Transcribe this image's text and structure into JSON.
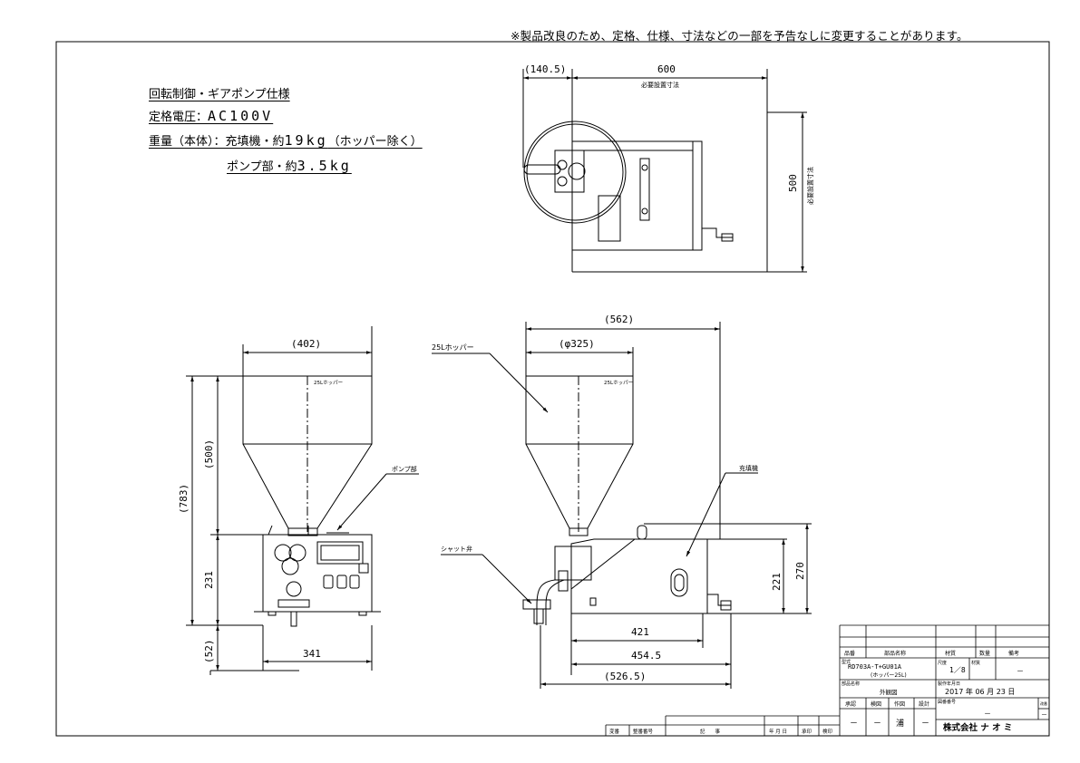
{
  "notice": "※製品改良のため、定格、仕様、寸法などの一部を予告なしに変更することがあります。",
  "specs": {
    "line1": "回転制御・ギアポンプ仕様",
    "line2_label": "定格電圧：",
    "line2_value": "AC100V",
    "line3_label": "重量（本体）：充填機・約",
    "line3_value": "19kg",
    "line3_suffix": "（ホッパー除く）",
    "line4_label": "ポンプ部・約",
    "line4_value": "3.5kg"
  },
  "top_view": {
    "dim_left": "(140.5)",
    "dim_width": "600",
    "dim_width_note": "必要設置寸法",
    "dim_depth": "500",
    "dim_depth_note": "必要設置寸法"
  },
  "front_view": {
    "dim_top_width": "(402)",
    "dim_total_height": "(783)",
    "dim_hopper_height": "(500)",
    "dim_body_height": "231",
    "dim_nozzle": "(52)",
    "dim_base_width": "341",
    "hopper_label": "25Lホッパー",
    "pump_label": "ポンプ部"
  },
  "side_view": {
    "dim_total_width": "(562)",
    "dim_hopper_dia": "(φ325)",
    "dim_221": "221",
    "dim_270": "270",
    "dim_421": "421",
    "dim_454": "454.5",
    "dim_526": "(526.5)",
    "hopper_callout": "25Lホッパー",
    "hopper_label": "25Lホッパー",
    "filler_label": "充填機",
    "valve_label": "シャット弁"
  },
  "title_block": {
    "headers": [
      "品番",
      "部品名称",
      "材質",
      "数量",
      "備考"
    ],
    "model_prefix": "型式",
    "model": "RD703A-T+GU01A",
    "model_sub": "(ホッパー25L)",
    "scale_label": "尺度",
    "scale": "1／8",
    "material_label": "材質",
    "material": "－",
    "drawing_name_label": "部品名称",
    "drawing_name": "外観図",
    "date_label": "製作年月日",
    "date": "2017 年 06 月 23 日",
    "approval_labels": [
      "承認",
      "検図",
      "作図",
      "設計"
    ],
    "approval_values": [
      "－",
      "－",
      "浦",
      "－"
    ],
    "drawing_no_label": "図番番号",
    "drawing_no": "－",
    "rev_label": "改番",
    "rev": "－",
    "company": "株式会社 ナ オ ミ"
  },
  "revision_table": {
    "headers": [
      "変番",
      "整番番号",
      "記　　事",
      "年 月 日",
      "承印",
      "検印"
    ]
  }
}
